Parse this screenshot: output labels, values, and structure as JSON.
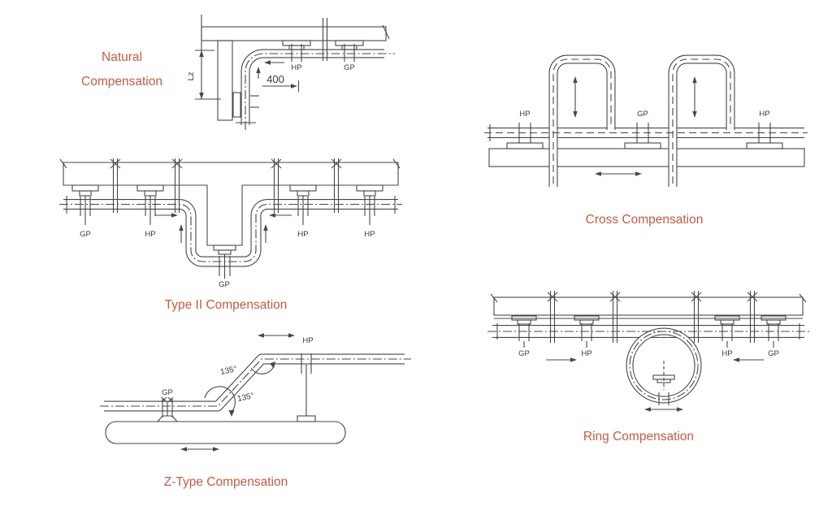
{
  "page": {
    "accent_color": "#c65b42",
    "line_color": "#474747",
    "background": "#ffffff"
  },
  "captions": {
    "natural_line1": "Natural",
    "natural_line2": "Compensation",
    "type2": "Type II Compensation",
    "ztype": "Z-Type Compensation",
    "cross": "Cross Compensation",
    "ring": "Ring Compensation"
  },
  "natural": {
    "dim_vertical": "Lz",
    "dim_offset": "400",
    "support1": "HP",
    "support2": "GP"
  },
  "type2": {
    "support1": "GP",
    "support2": "HP",
    "support3": "HP",
    "support4": "HP",
    "support_bottom": "GP"
  },
  "ztype": {
    "support_ground": "GP",
    "support_hanger": "HP",
    "angle_upper": "135°",
    "angle_lower": "135°"
  },
  "cross": {
    "support1": "HP",
    "support2": "GP",
    "support3": "HP"
  },
  "ring": {
    "support1": "GP",
    "support2": "HP",
    "support3": "HP",
    "support4": "GP"
  }
}
